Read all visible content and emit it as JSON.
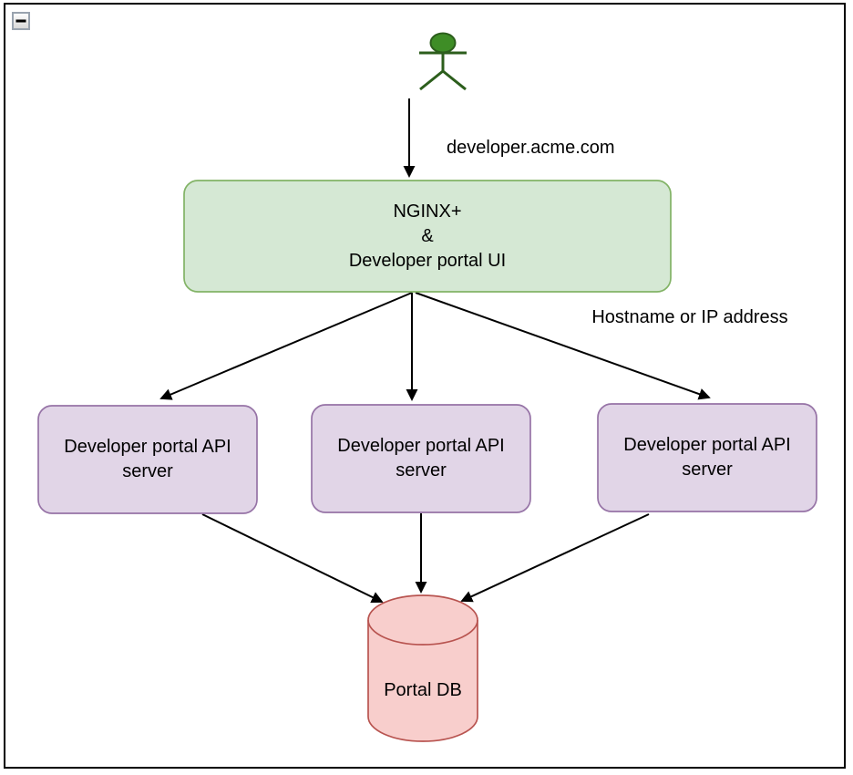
{
  "window": {
    "collapse_button_icon": "minus-icon"
  },
  "colors": {
    "edge": "#000000",
    "gateway_fill": "#d5e8d4",
    "gateway_stroke": "#82b366",
    "api_fill": "#e1d5e7",
    "api_stroke": "#9673a6",
    "db_fill": "#f8cecc",
    "db_stroke": "#b85450",
    "actor_fill": "#3e8d26",
    "actor_stroke": "#2c5e1c"
  },
  "labels": {
    "domain": "developer.acme.com",
    "routing": "Hostname or IP address"
  },
  "nodes": {
    "actor": {
      "type": "user-actor"
    },
    "gateway": {
      "lines": [
        "NGINX+",
        "&",
        "Developer portal UI"
      ]
    },
    "api_servers": [
      {
        "label": "Developer portal API server"
      },
      {
        "label": "Developer portal API server"
      },
      {
        "label": "Developer portal API server"
      }
    ],
    "database": {
      "label": "Portal DB"
    }
  },
  "edges": [
    {
      "from": "user-actor",
      "to": "gateway",
      "label": "developer.acme.com"
    },
    {
      "from": "gateway",
      "to": "api-server-1",
      "label": "Hostname or IP address"
    },
    {
      "from": "gateway",
      "to": "api-server-2",
      "label": "Hostname or IP address"
    },
    {
      "from": "gateway",
      "to": "api-server-3",
      "label": "Hostname or IP address"
    },
    {
      "from": "api-server-1",
      "to": "database"
    },
    {
      "from": "api-server-2",
      "to": "database"
    },
    {
      "from": "api-server-3",
      "to": "database"
    }
  ]
}
